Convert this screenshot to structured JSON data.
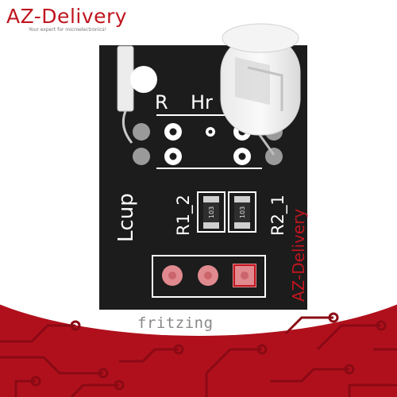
{
  "brand": {
    "logo_text": "AZ-Delivery",
    "tagline": "Your expert for microelectronics!",
    "accent_color": "#c0151f"
  },
  "board": {
    "background_color": "#1c1c1c",
    "silkscreen_color": "#ffffff",
    "labels": {
      "r": "R",
      "hr": "Hr",
      "lcup": "Lcup",
      "r1": "R1_2",
      "r2": "R2_1",
      "resistor_value_1": "103",
      "resistor_value_2": "103"
    },
    "vertical_logo": "AZ-Delivery",
    "header_pin_count": 3
  },
  "footer": {
    "software_label": "fritzing"
  }
}
